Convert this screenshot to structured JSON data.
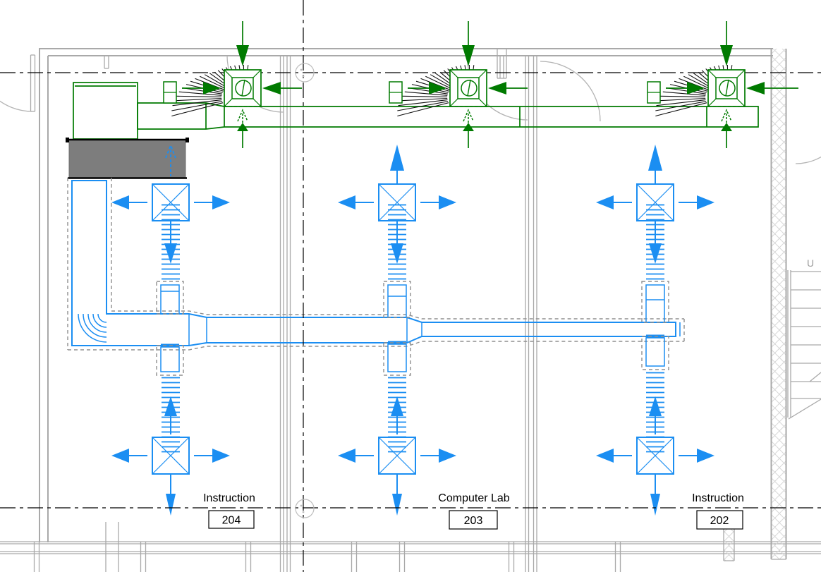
{
  "page": {
    "background": "#ffffff"
  },
  "rooms": [
    {
      "name": "Instruction",
      "number": "204"
    },
    {
      "name": "Computer Lab",
      "number": "203"
    },
    {
      "name": "Instruction",
      "number": "202"
    }
  ],
  "stair": {
    "up_label": "U"
  },
  "colors": {
    "supply_air": "#1b8ef2",
    "return_air": "#007a00",
    "wall": "#a9a9a9",
    "wall_hatch": "#d8d8d8",
    "door_swing": "#b4b4b4",
    "grid": "#000000",
    "equipment_fill": "#7d7d7d",
    "insulation_dash": "#8f8f8f",
    "hatch_ticks": "#111111"
  },
  "symbols": {
    "supply_diffusers": 6,
    "return_grilles": 3,
    "flex_duct_runs": 6,
    "fan_coil_units": 1,
    "column_grid_bubbles": 2
  }
}
